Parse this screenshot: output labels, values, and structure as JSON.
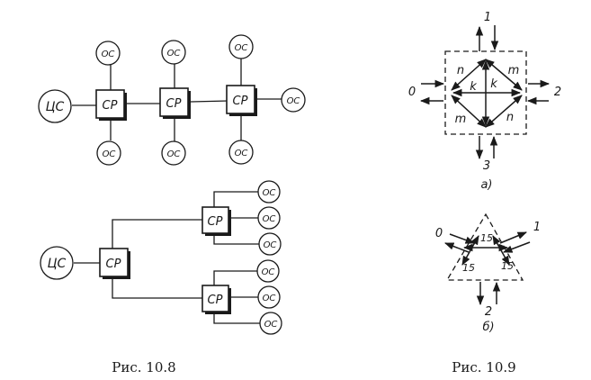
{
  "fig_10_8": {
    "caption": "Рис. 10.8",
    "central_label": "ЦС",
    "router_label": "СР",
    "terminal_label": "ОС"
  },
  "fig_10_9": {
    "caption": "Рис. 10.9",
    "square": {
      "sublabel": "а)",
      "edge_n": "n",
      "edge_m": "m",
      "edge_k": "k",
      "port_0": "0",
      "port_1": "1",
      "port_2": "2",
      "port_3": "3"
    },
    "triangle": {
      "sublabel": "б)",
      "edge_15": "15",
      "port_0": "0",
      "port_1": "1",
      "port_2": "2"
    }
  }
}
